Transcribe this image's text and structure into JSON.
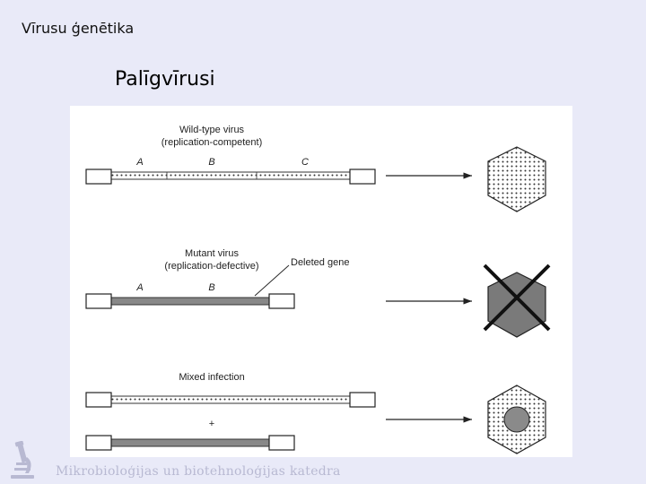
{
  "header": {
    "course_title": "Vīrusu ģenētika"
  },
  "slide": {
    "title": "Palīgvīrusi"
  },
  "figure": {
    "wild_type": {
      "line1": "Wild-type virus",
      "line2": "(replication-competent)",
      "genes": [
        "A",
        "B",
        "C"
      ]
    },
    "mutant": {
      "line1": "Mutant virus",
      "line2": "(replication-defective)",
      "deleted_label": "Deleted gene",
      "genes": [
        "A",
        "B"
      ]
    },
    "mixed": {
      "label": "Mixed infection",
      "plus": "+"
    }
  },
  "footer": {
    "department": "Mikrobioloģijas un biotehnoloģijas katedra"
  }
}
